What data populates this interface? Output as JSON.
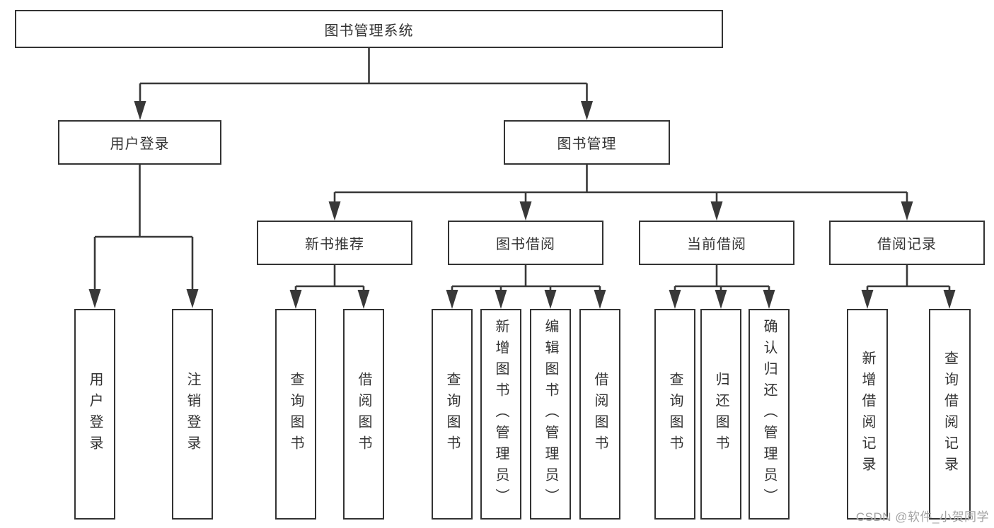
{
  "tree": {
    "root": {
      "label": "图书管理系统",
      "children": [
        {
          "label": "用户登录",
          "children": [
            {
              "label": "用户登录"
            },
            {
              "label": "注销登录"
            }
          ]
        },
        {
          "label": "图书管理",
          "children": [
            {
              "label": "新书推荐",
              "children": [
                {
                  "label": "查询图书"
                },
                {
                  "label": "借阅图书"
                }
              ]
            },
            {
              "label": "图书借阅",
              "children": [
                {
                  "label": "查询图书"
                },
                {
                  "label": "新增图书（管理员）"
                },
                {
                  "label": "编辑图书（管理员）"
                },
                {
                  "label": "借阅图书"
                }
              ]
            },
            {
              "label": "当前借阅",
              "children": [
                {
                  "label": "查询图书"
                },
                {
                  "label": "归还图书"
                },
                {
                  "label": "确认归还（管理员）"
                }
              ]
            },
            {
              "label": "借阅记录",
              "children": [
                {
                  "label": "新增借阅记录"
                },
                {
                  "label": "查询借阅记录"
                }
              ]
            }
          ]
        }
      ]
    }
  },
  "watermark": {
    "text": "CSDN @软件_小贺同学"
  },
  "colors": {
    "line": "#383838",
    "box_border": "#333333",
    "text": "#333333",
    "watermark": "#9a9a9a",
    "background": "#ffffff"
  }
}
